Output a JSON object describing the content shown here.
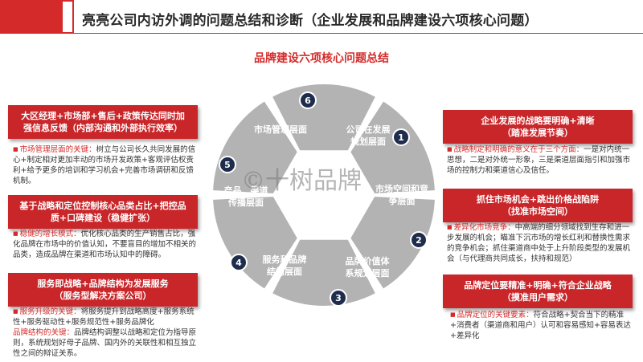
{
  "title": "亮亮公司内访外调的问题总结和诊断（企业发展和品牌建设六项核心问题）",
  "center_title": "品牌建设六项核心问题总结",
  "watermark": "©十树品牌",
  "wheel": {
    "segments": [
      {
        "num": "1",
        "label1": "公司在发展",
        "label2": "规划层面"
      },
      {
        "num": "2",
        "label1": "市场空间和竞",
        "label2": "争层面"
      },
      {
        "num": "3",
        "label1": "品牌价值体",
        "label2": "系规划层面"
      },
      {
        "num": "4",
        "label1": "服务和品牌",
        "label2": "结构层面"
      },
      {
        "num": "5",
        "label1": "产品、渠道",
        "label2": "传播层面"
      },
      {
        "num": "6",
        "label1": "市场管理层面",
        "label2": ""
      }
    ],
    "colors": {
      "segment": "#b3b3b3",
      "hub": "#ffffff",
      "badge": "#1f2d4d"
    }
  },
  "left_cards": [
    {
      "head1": "大区经理+市场部+售后+政策传达同时加",
      "head2": "强信息反馈（内部沟通和外部执行效率）",
      "key": "市场管理层面的关键：",
      "text": "树立与公司长久共同发展的信心+制定相对更加丰动的市场开发政策+客观评估权责利+给予更多的培训和学习机会+完善市场调研和反馈机制。"
    },
    {
      "head1": "基于战略和定位控制核心品类占比+把控品",
      "head2": "质+口碑建设（稳健扩张）",
      "key": "稳健的增长模式：",
      "text": "优化核心品类的生产销售占比，强化品牌在市场中的价值认知，不要盲目的增加不相关的品类，造成品牌在渠道和市场认知中的障碍。"
    },
    {
      "head1": "服务即战略+品牌结构为发展服务",
      "head2": "（服务型解决方案公司）",
      "key": "服务升级的关键：",
      "text": "将服务提升到战略高度+服务系统性+服务驱动性+服务规范性+服务品牌化",
      "key2": "品牌结构的关键：",
      "text2": "品牌结构调整以战略和定位为指导原则，系统规划好母子品牌、国内外的关联性和相互独立性之间的辩证关系。"
    }
  ],
  "right_cards": [
    {
      "head1": "企业发展的战略要明确+清晰",
      "head2": "（踏准发展节奏）",
      "key": "战略制定和明确的意义在于三个方面：",
      "text": "一是对内统一思想，二是对外统一形象，三是渠道层面指引和加强市场的控制力和渠道信心及信任。"
    },
    {
      "head1": "抓住市场机会+跳出价格战陷阱",
      "head2": "（找准市场空间）",
      "key": "差异化市场竞争：",
      "text": "中高端的细分领域找到生存和进一步发展的机会；瞄准下沉市场的增长红利和替换性需求的竞争机会；抓住渠道商中处于上升阶段类型的发展机会（与代理商共同成长，扶持和规范）"
    },
    {
      "head1": "品牌定位要精准+明确+符合企业战略",
      "head2": "（摸准用户需求）",
      "key": "品牌定位的关键要素：",
      "text": "符合战略+契合当下的精准+消费者（渠道商和用户）认可和容易感知+容易表达+差异化"
    }
  ]
}
